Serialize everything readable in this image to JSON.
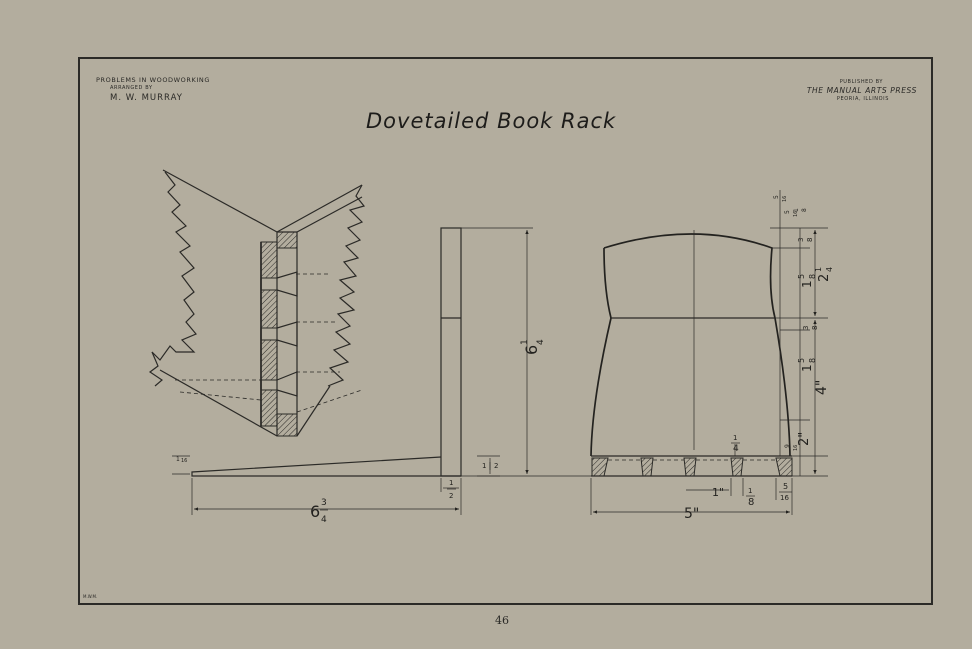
{
  "plate": {
    "series": "Problems in Woodworking",
    "arranged_by": "Arranged by",
    "author": "M. W. Murray",
    "published_by": "Published by",
    "publisher": "The Manual Arts Press",
    "publisher_city": "Peoria, Illinois",
    "title": "Dovetailed Book Rack",
    "drafter_initials": "M.W.M."
  },
  "page_number": "46",
  "dimensions": {
    "base_length": "6",
    "base_length_frac_num": "3",
    "base_length_frac_den": "4",
    "height": "6",
    "height_frac_num": "1",
    "height_frac_den": "4",
    "width": "5\"",
    "base_thickness_num": "1",
    "base_thickness_den": "2",
    "end_thickness_num": "1",
    "end_thickness_den": "2",
    "taper_end_num": "1",
    "taper_end_den": "16",
    "tail_spacing": "1\"",
    "tail_width_num": "1",
    "tail_width_den": "8",
    "tail_height_num": "1",
    "tail_height_den": "4",
    "edge_num": "5",
    "edge_den": "16",
    "top_rise_num": "5",
    "top_rise_den": "16",
    "top_rise2_num": "5",
    "top_rise2_den": "16",
    "step_a_num": "1",
    "step_a_den": "8",
    "step_b_num": "3",
    "step_b_den": "8",
    "upper_whole": "1",
    "upper_num": "5",
    "upper_den": "8",
    "upper_total_whole": "2",
    "upper_total_num": "1",
    "upper_total_den": "4",
    "lower_step_num": "3",
    "lower_step_den": "8",
    "lower_whole": "1",
    "lower_num": "5",
    "lower_den": "8",
    "lower_total": "4\"",
    "foot_num": "9",
    "foot_den": "16",
    "foot_total": "2\""
  }
}
